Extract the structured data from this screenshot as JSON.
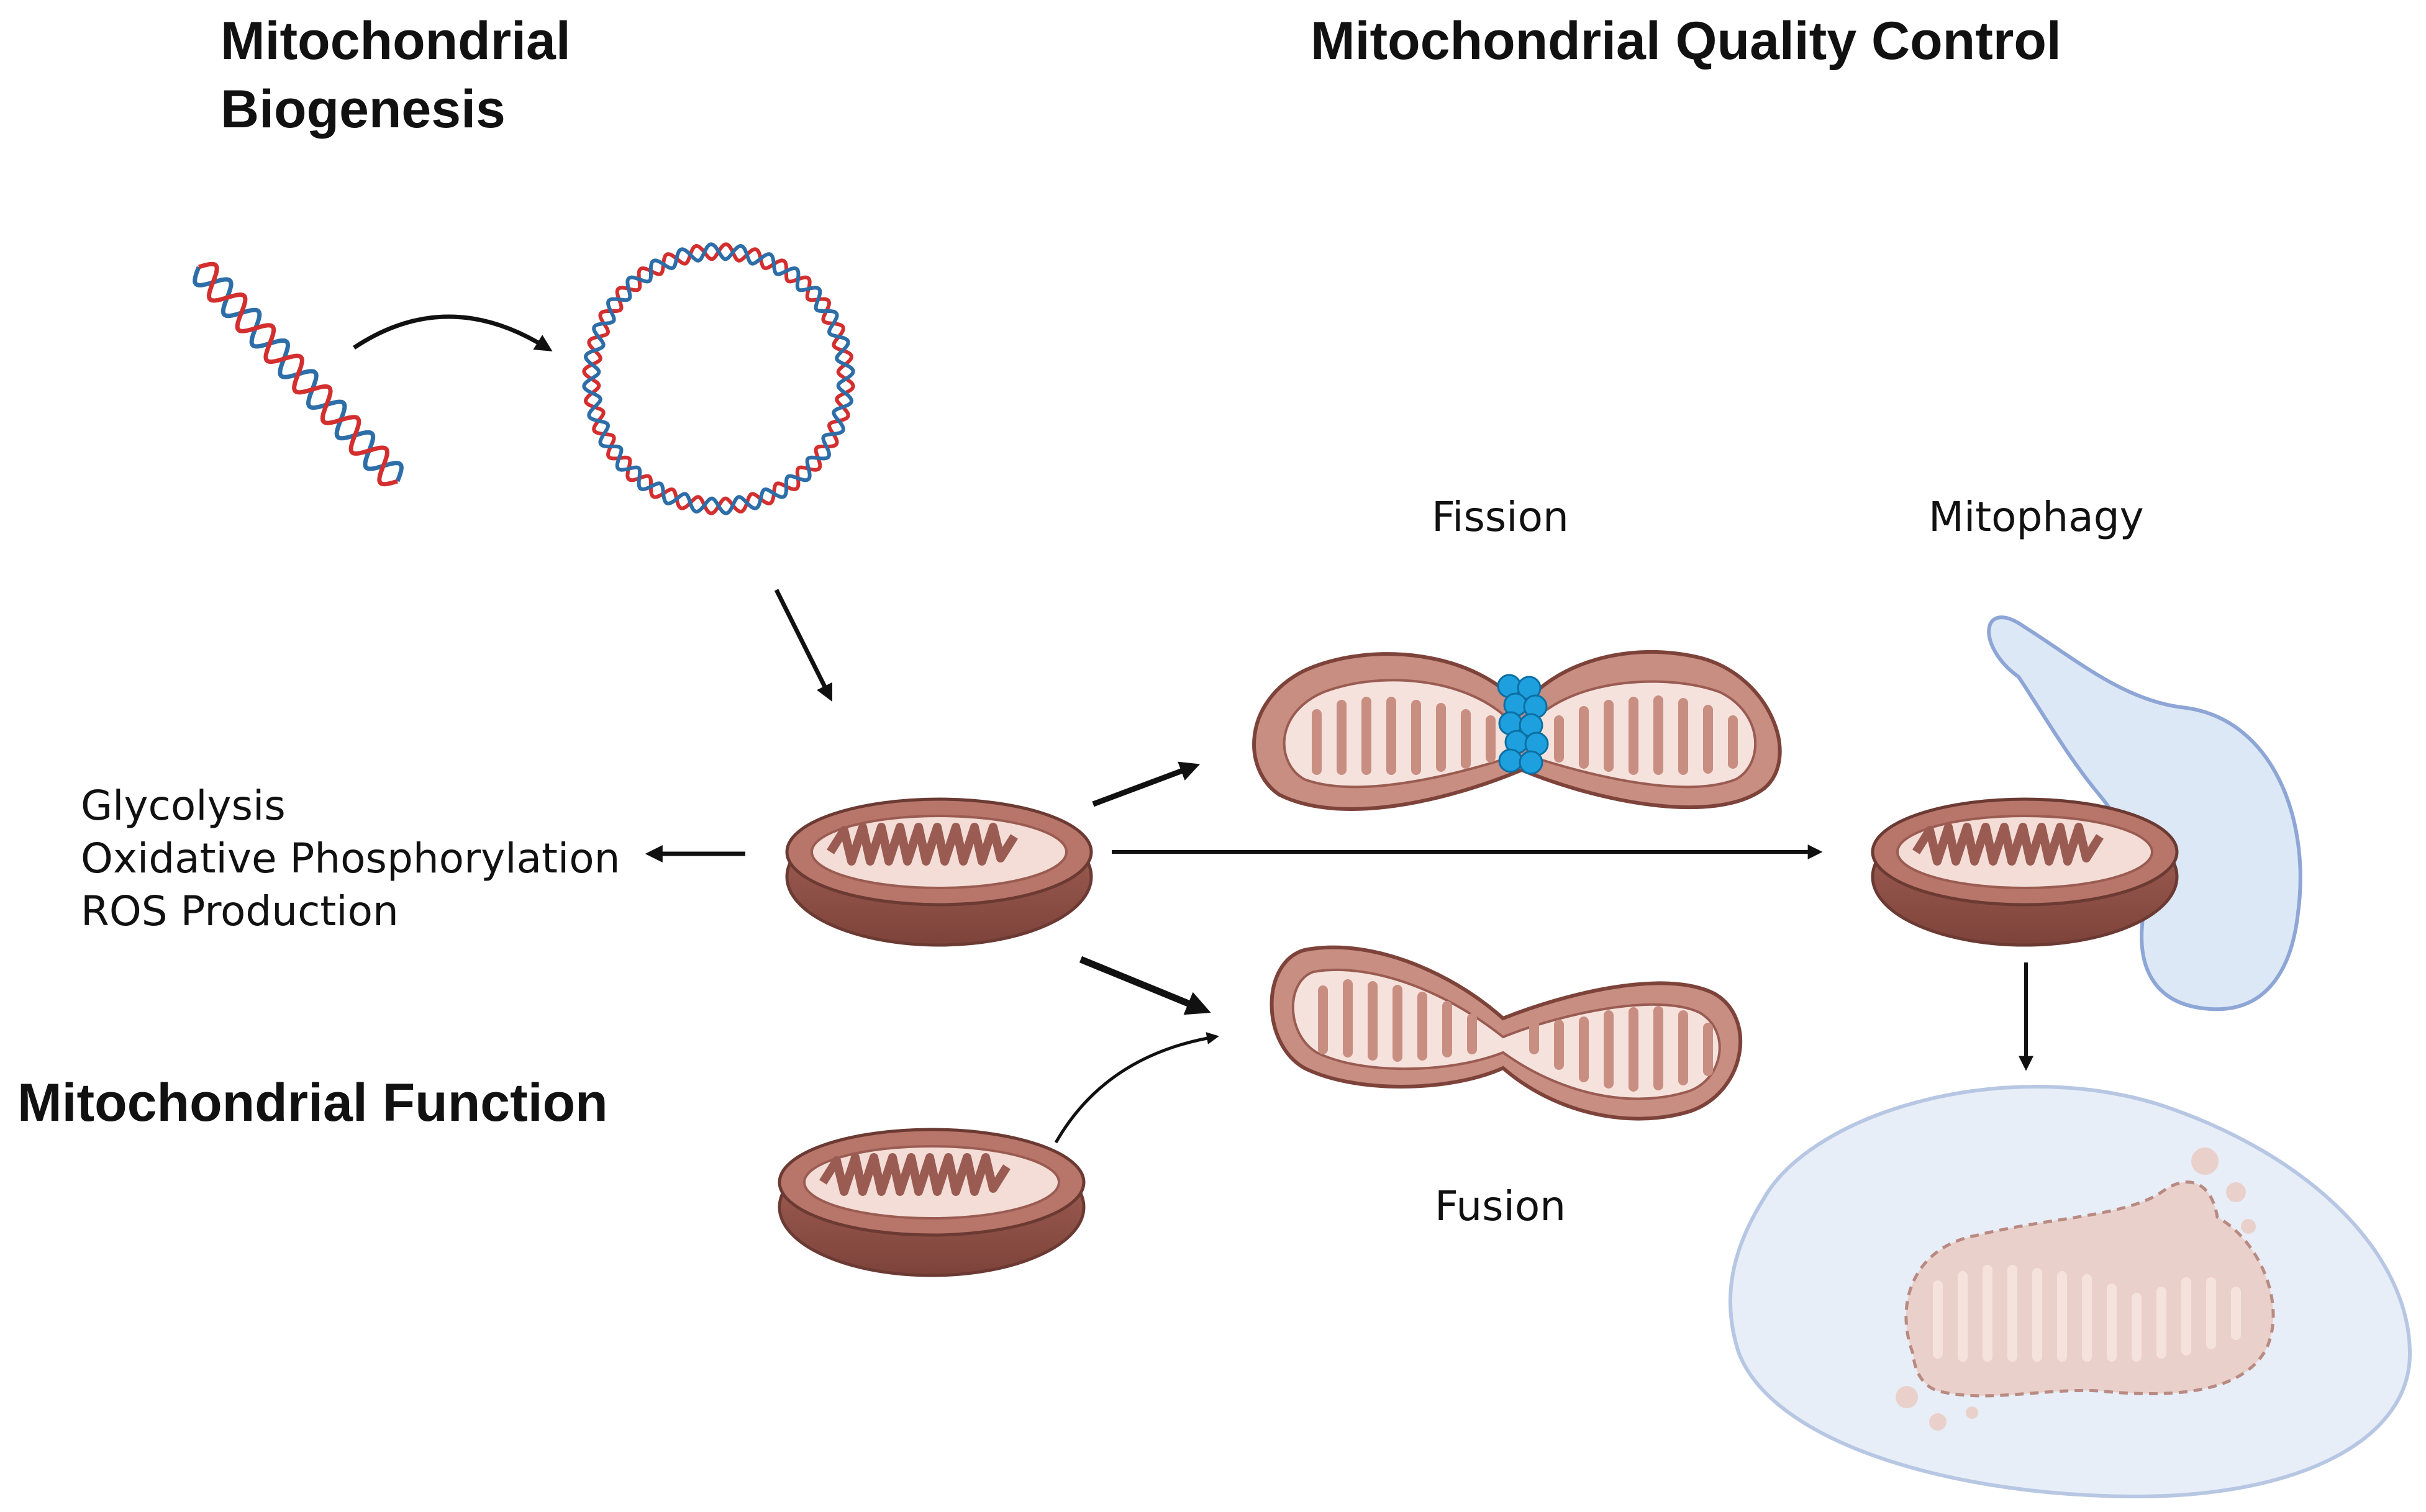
{
  "headings": {
    "biogenesis_line1": "Mitochondrial",
    "biogenesis_line2": "Biogenesis",
    "quality_control": "Mitochondrial Quality Control",
    "function": "Mitochondrial Function"
  },
  "labels": {
    "fission": "Fission",
    "mitophagy": "Mitophagy",
    "fusion": "Fusion"
  },
  "functions": [
    "Glycolysis",
    "Oxidative Phosphorylation",
    "ROS Production"
  ],
  "colors": {
    "text": "#111111",
    "dna_red": "#d32f2f",
    "dna_blue": "#2d6ea8",
    "mito_outer": "#c98e82",
    "mito_dark": "#8d4f44",
    "mito_cristae": "#f6e2dc",
    "drp1_blue": "#1ea0df",
    "phagophore": "#dde8f6",
    "phagophore_edge": "#8ea6d6",
    "lysosome": "#e8eef8",
    "lysosome_edge": "#b7c7e3"
  },
  "icons": [
    "linear-dna-icon",
    "circular-mtdna-icon",
    "mitochondrion-icon",
    "drp1-cluster-icon",
    "phagophore-icon",
    "lysosome-icon"
  ]
}
